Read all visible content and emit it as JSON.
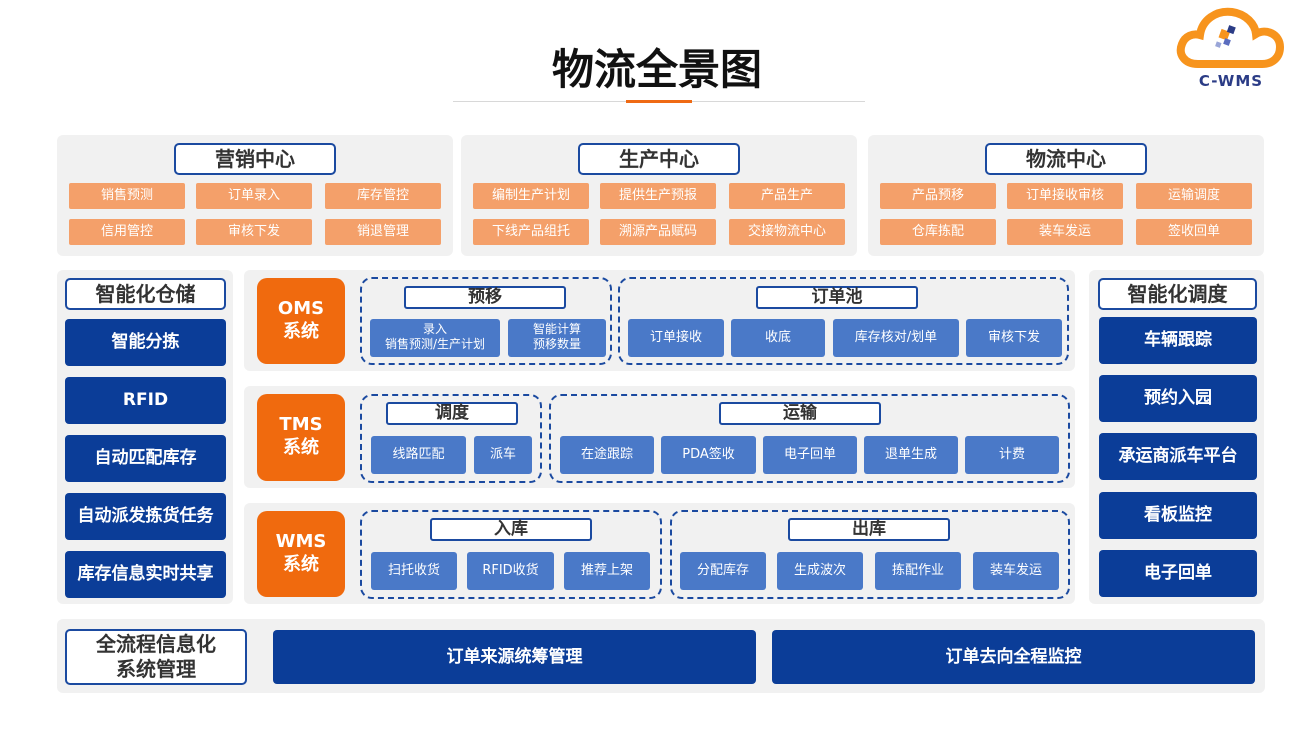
{
  "title": "物流全景图",
  "logo": {
    "text": "C-WMS",
    "icon": "cloud-logo-icon"
  },
  "top_centers": [
    {
      "title": "营销中心",
      "items": [
        "销售预测",
        "订单录入",
        "库存管控",
        "信用管控",
        "审核下发",
        "销退管理"
      ]
    },
    {
      "title": "生产中心",
      "items": [
        "编制生产计划",
        "提供生产预报",
        "产品生产",
        "下线产品组托",
        "溯源产品赋码",
        "交接物流中心"
      ]
    },
    {
      "title": "物流中心",
      "items": [
        "产品预移",
        "订单接收审核",
        "运输调度",
        "仓库拣配",
        "装车发运",
        "签收回单"
      ]
    }
  ],
  "left_panel": {
    "title": "智能化仓储",
    "items": [
      "智能分拣",
      "RFID",
      "自动匹配库存",
      "自动派发拣货任务",
      "库存信息实时共享"
    ]
  },
  "right_panel": {
    "title": "智能化调度",
    "items": [
      "车辆跟踪",
      "预约入园",
      "承运商派车平台",
      "看板监控",
      "电子回单"
    ]
  },
  "systems": {
    "oms": {
      "name_line1": "OMS",
      "name_line2": "系统",
      "groups": [
        {
          "label": "预移",
          "items": [
            {
              "line1": "录入",
              "line2": "销售预测/生产计划"
            },
            {
              "line1": "智能计算",
              "line2": "预移数量"
            }
          ]
        },
        {
          "label": "订单池",
          "items": [
            "订单接收",
            "收底",
            "库存核对/划单",
            "审核下发"
          ]
        }
      ]
    },
    "tms": {
      "name_line1": "TMS",
      "name_line2": "系统",
      "groups": [
        {
          "label": "调度",
          "items": [
            "线路匹配",
            "派车"
          ]
        },
        {
          "label": "运输",
          "items": [
            "在途跟踪",
            "PDA签收",
            "电子回单",
            "退单生成",
            "计费"
          ]
        }
      ]
    },
    "wms": {
      "name_line1": "WMS",
      "name_line2": "系统",
      "groups": [
        {
          "label": "入库",
          "items": [
            "扫托收货",
            "RFID收货",
            "推荐上架"
          ]
        },
        {
          "label": "出库",
          "items": [
            "分配库存",
            "生成波次",
            "拣配作业",
            "装车发运"
          ]
        }
      ]
    }
  },
  "bottom": {
    "title_line1": "全流程信息化",
    "title_line2": "系统管理",
    "items": [
      "订单来源统筹管理",
      "订单去向全程监控"
    ]
  },
  "colors": {
    "orange": "#f06a0e",
    "light_orange": "#f4a06a",
    "navy": "#0b3d98",
    "blue": "#4a79c8",
    "panel": "#f1f1f1"
  }
}
